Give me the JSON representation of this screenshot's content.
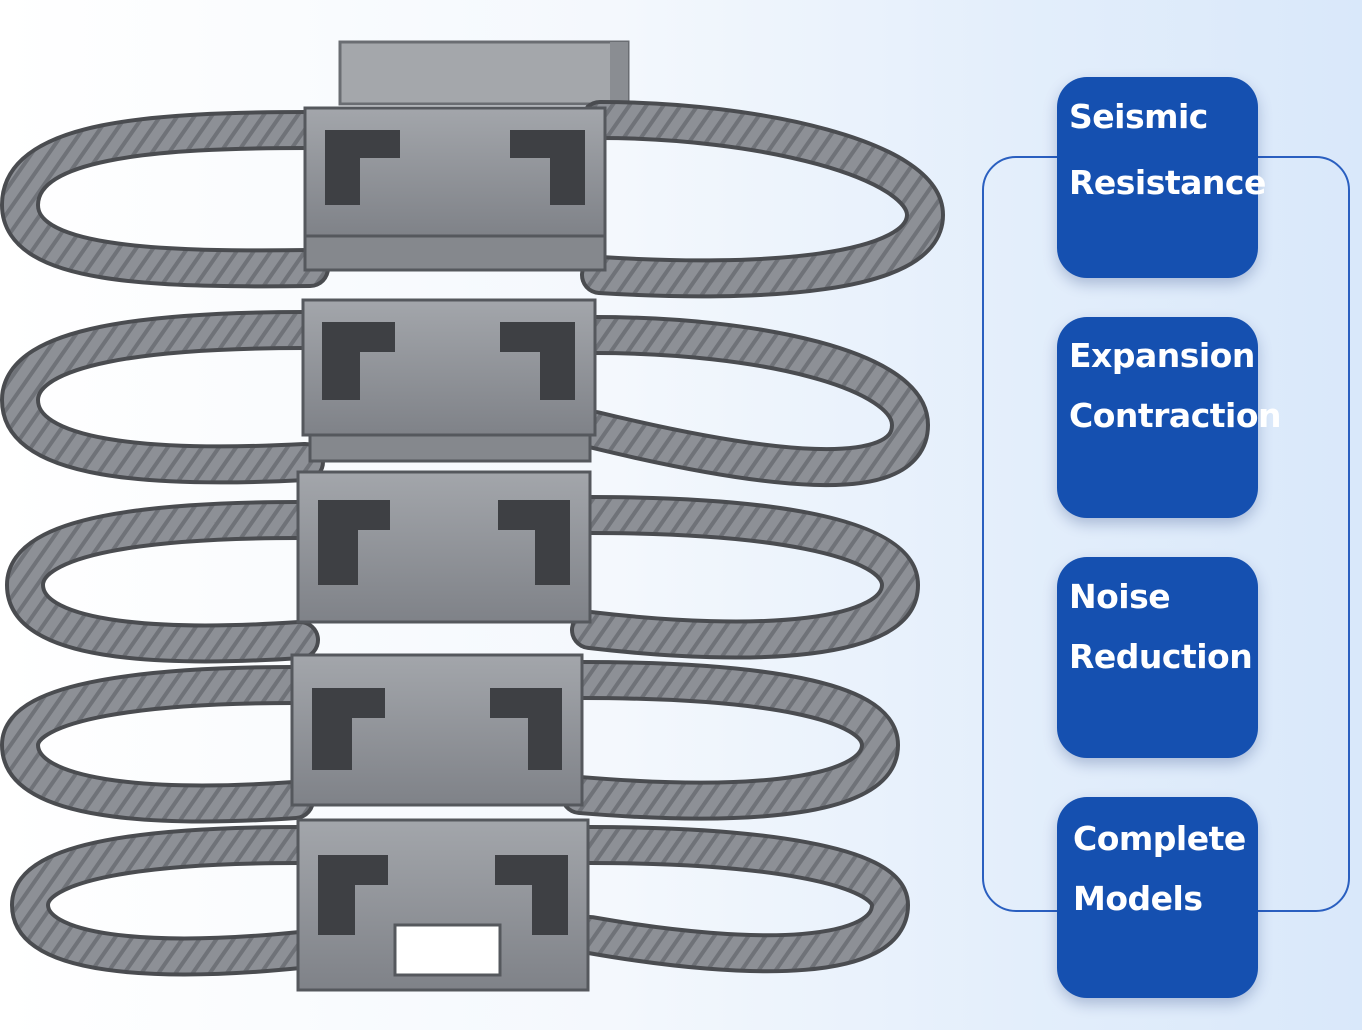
{
  "image": {
    "subject": "product-photo",
    "metal_color": "#8d9096"
  },
  "colors": {
    "card_fill": "#1550b0",
    "card_text": "#ffffff",
    "connector_line": "#2a5fc0",
    "background_right": "#d9e8fa"
  },
  "features": [
    {
      "lines": [
        "Seismic",
        "Resistance"
      ]
    },
    {
      "lines": [
        "Expansion",
        "Contraction"
      ]
    },
    {
      "lines": [
        "Noise",
        "Reduction"
      ]
    },
    {
      "lines": [
        "Complete",
        "Models"
      ]
    }
  ]
}
